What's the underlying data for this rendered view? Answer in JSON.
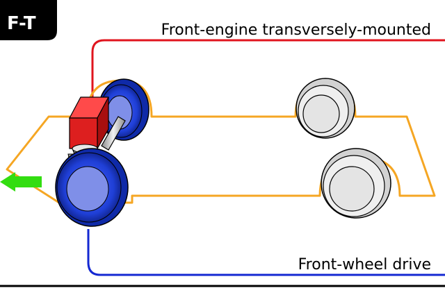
{
  "badge": {
    "label": "F-T",
    "fill_color": "#000000",
    "text_color": "#ffffff"
  },
  "engine_layout": {
    "label": "Front-engine transversely-mounted",
    "line_color": "#e0141e"
  },
  "drive": {
    "label": "Front-wheel drive",
    "line_color": "#1428d2"
  },
  "colors": {
    "chassis_outline": "#f5a623",
    "driven_wheel": "#1f3fd6",
    "driven_wheel_hub": "#7f8fe8",
    "rear_wheel": "#e6e6e6",
    "engine_block": "#dd1f1f",
    "driveshaft": "#d0d0d0",
    "direction_arrow": "#33dd11",
    "frame_border": "#000000"
  },
  "icons": {
    "direction": "arrow-left-icon"
  }
}
